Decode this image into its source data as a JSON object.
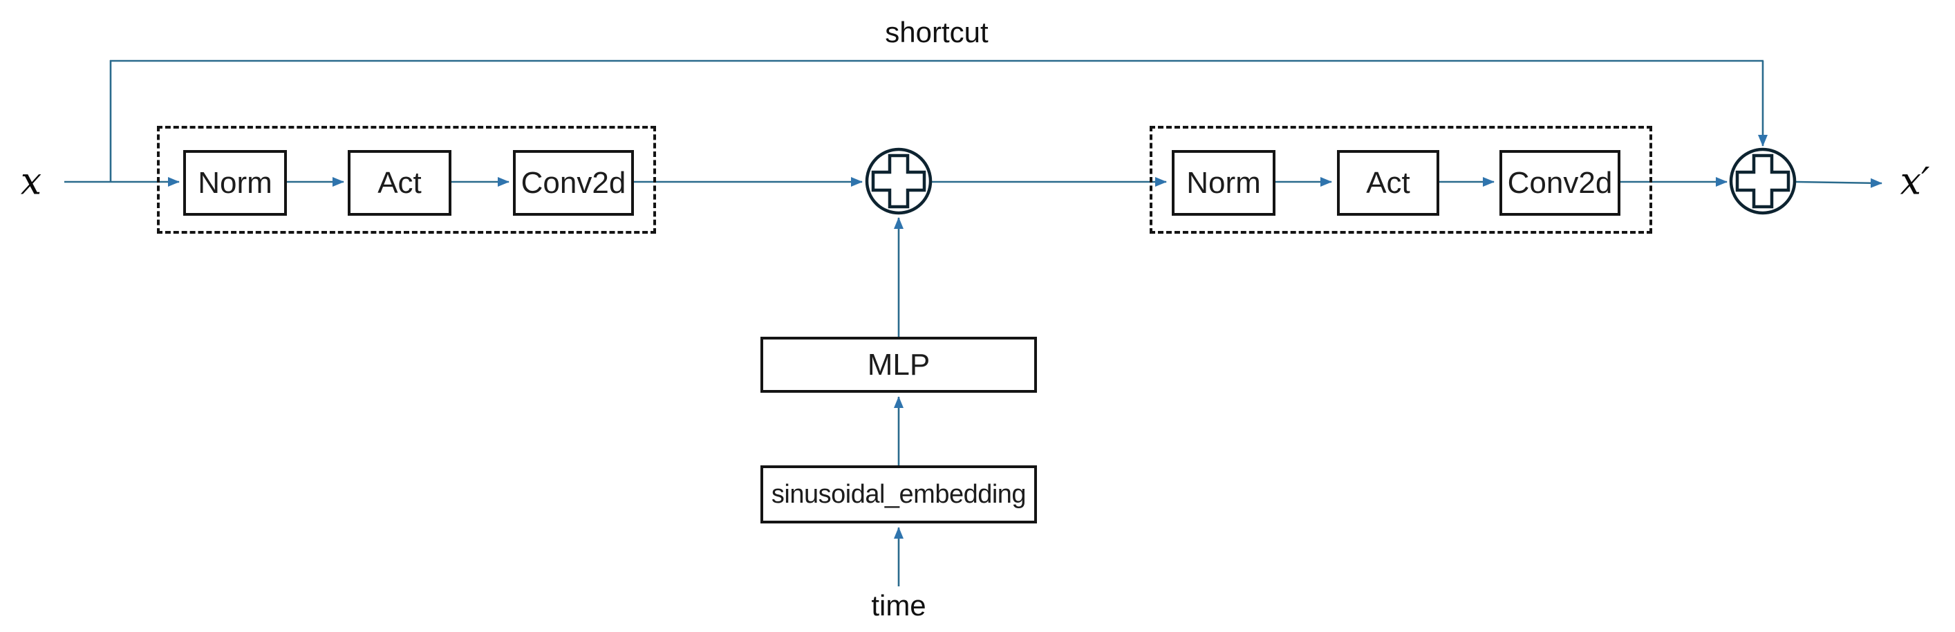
{
  "diagram": {
    "title_context": "residual block with time embedding",
    "labels": {
      "input": "x",
      "output": "x′",
      "shortcut": "shortcut",
      "time": "time"
    },
    "blocks": {
      "norm": "Norm",
      "act": "Act",
      "conv": "Conv2d",
      "mlp": "MLP",
      "sinusoidal": "sinusoidal_embedding"
    },
    "operators": {
      "add": "+"
    },
    "colors": {
      "line": "#2a6b8d",
      "arrowhead": "#2f74ad",
      "box_border": "#141414",
      "node_stroke": "#0d2330",
      "text": "#1c1c1c",
      "background": "#ffffff"
    }
  }
}
